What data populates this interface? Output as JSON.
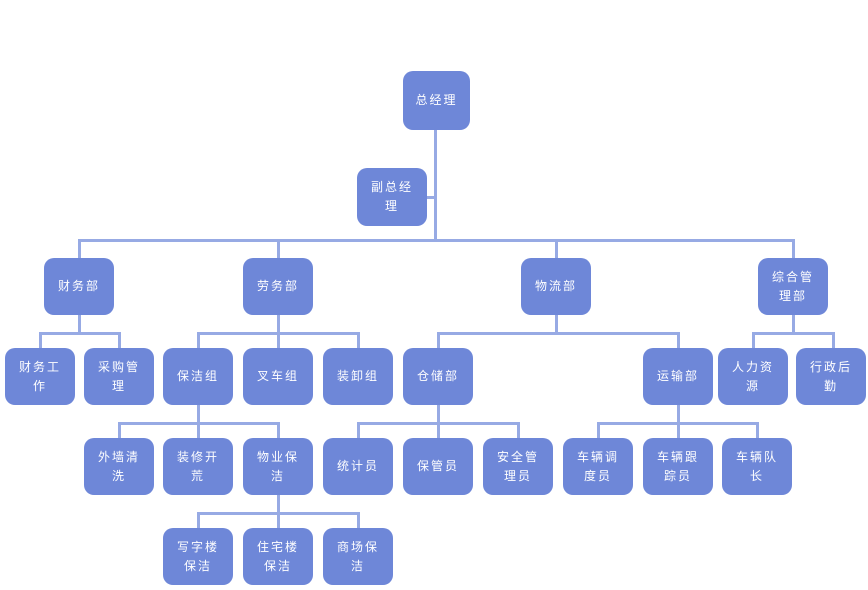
{
  "diagram": {
    "type": "org-chart",
    "title": "",
    "background": "#ffffff",
    "node_fill": "#6e87d8",
    "node_text_color": "#ffffff",
    "connector_color": "#97aae4"
  },
  "nodes": [
    {
      "id": "general-manager",
      "label": "总经理",
      "parent": null
    },
    {
      "id": "deputy-general-manager",
      "label": "副总经理",
      "parent": "总经理"
    },
    {
      "id": "finance-dept",
      "label": "财务部",
      "parent": "总经理"
    },
    {
      "id": "labor-dept",
      "label": "劳务部",
      "parent": "总经理"
    },
    {
      "id": "logistics-dept",
      "label": "物流部",
      "parent": "总经理"
    },
    {
      "id": "general-admin-dept",
      "label": "综合管理部",
      "parent": "总经理"
    },
    {
      "id": "finance-work",
      "label": "财务工作",
      "parent": "财务部"
    },
    {
      "id": "procurement-management",
      "label": "采购管理",
      "parent": "财务部"
    },
    {
      "id": "cleaning-team",
      "label": "保洁组",
      "parent": "劳务部"
    },
    {
      "id": "forklift-team",
      "label": "叉车组",
      "parent": "劳务部"
    },
    {
      "id": "loading-team",
      "label": "装卸组",
      "parent": "劳务部"
    },
    {
      "id": "warehouse-dept",
      "label": "仓储部",
      "parent": "物流部"
    },
    {
      "id": "transport-dept",
      "label": "运输部",
      "parent": "物流部"
    },
    {
      "id": "human-resources",
      "label": "人力资源",
      "parent": "综合管理部"
    },
    {
      "id": "admin-logistics",
      "label": "行政后勤",
      "parent": "综合管理部"
    },
    {
      "id": "exterior-wall-cleaning",
      "label": "外墙清洗",
      "parent": "保洁组"
    },
    {
      "id": "renovation-cleaning",
      "label": "装修开荒",
      "parent": "保洁组"
    },
    {
      "id": "property-cleaning",
      "label": "物业保洁",
      "parent": "保洁组"
    },
    {
      "id": "statistician",
      "label": "统计员",
      "parent": "仓储部"
    },
    {
      "id": "storekeeper",
      "label": "保管员",
      "parent": "仓储部"
    },
    {
      "id": "safety-manager",
      "label": "安全管理员",
      "parent": "仓储部"
    },
    {
      "id": "vehicle-dispatcher",
      "label": "车辆调度员",
      "parent": "运输部"
    },
    {
      "id": "vehicle-tracker",
      "label": "车辆跟踪员",
      "parent": "运输部"
    },
    {
      "id": "vehicle-captain",
      "label": "车辆队长",
      "parent": "运输部"
    },
    {
      "id": "office-building-cleaning",
      "label": "写字楼保洁",
      "parent": "物业保洁"
    },
    {
      "id": "residential-building-cleaning",
      "label": "住宅楼保洁",
      "parent": "物业保洁"
    },
    {
      "id": "mall-cleaning",
      "label": "商场保洁",
      "parent": "物业保洁"
    }
  ]
}
